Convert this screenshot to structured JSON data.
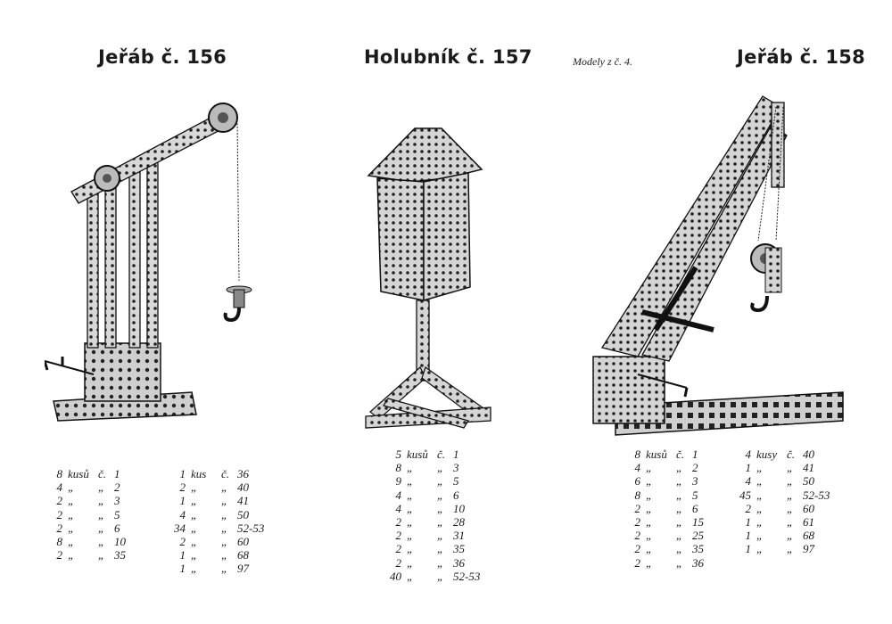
{
  "models": [
    {
      "title": "Jeřáb č. 156",
      "parts_left": [
        [
          "8",
          "kusů",
          "č.",
          "1"
        ],
        [
          "4",
          "„",
          "„",
          "2"
        ],
        [
          "2",
          "„",
          "„",
          "3"
        ],
        [
          "2",
          "„",
          "„",
          "5"
        ],
        [
          "2",
          "„",
          "„",
          "6"
        ],
        [
          "8",
          "„",
          "„",
          "10"
        ],
        [
          "2",
          "„",
          "„",
          "35"
        ]
      ],
      "parts_right": [
        [
          "1",
          "kus",
          "č.",
          "36"
        ],
        [
          "2",
          "„",
          "„",
          "40"
        ],
        [
          "1",
          "„",
          "„",
          "41"
        ],
        [
          "4",
          "„",
          "„",
          "50"
        ],
        [
          "34",
          "„",
          "„",
          "52-53"
        ],
        [
          "2",
          "„",
          "„",
          "60"
        ],
        [
          "1",
          "„",
          "„",
          "68"
        ],
        [
          "1",
          "„",
          "„",
          "97"
        ]
      ]
    },
    {
      "title": "Holubník č. 157",
      "parts_left": [
        [
          "5",
          "kusů",
          "č.",
          "1"
        ],
        [
          "8",
          "„",
          "„",
          "3"
        ],
        [
          "9",
          "„",
          "„",
          "5"
        ],
        [
          "4",
          "„",
          "„",
          "6"
        ],
        [
          "4",
          "„",
          "„",
          "10"
        ],
        [
          "2",
          "„",
          "„",
          "28"
        ],
        [
          "2",
          "„",
          "„",
          "31"
        ],
        [
          "2",
          "„",
          "„",
          "35"
        ],
        [
          "2",
          "„",
          "„",
          "36"
        ],
        [
          "40",
          "„",
          "„",
          "52-53"
        ]
      ]
    },
    {
      "title": "Jeřáb č. 158",
      "parts_left": [
        [
          "8",
          "kusů",
          "č.",
          "1"
        ],
        [
          "4",
          "„",
          "„",
          "2"
        ],
        [
          "6",
          "„",
          "„",
          "3"
        ],
        [
          "8",
          "„",
          "„",
          "5"
        ],
        [
          "2",
          "„",
          "„",
          "6"
        ],
        [
          "2",
          "„",
          "„",
          "15"
        ],
        [
          "2",
          "„",
          "„",
          "25"
        ],
        [
          "2",
          "„",
          "„",
          "35"
        ],
        [
          "2",
          "„",
          "„",
          "36"
        ]
      ],
      "parts_right": [
        [
          "4",
          "kusy",
          "č.",
          "40"
        ],
        [
          "1",
          "„",
          "„",
          "41"
        ],
        [
          "4",
          "„",
          "„",
          "50"
        ],
        [
          "45",
          "„",
          "„",
          "52-53"
        ],
        [
          "2",
          "„",
          "„",
          "60"
        ],
        [
          "1",
          "„",
          "„",
          "61"
        ],
        [
          "1",
          "„",
          "„",
          "68"
        ],
        [
          "1",
          "„",
          "„",
          "97"
        ]
      ]
    }
  ],
  "series_note": "Modely z č. 4."
}
